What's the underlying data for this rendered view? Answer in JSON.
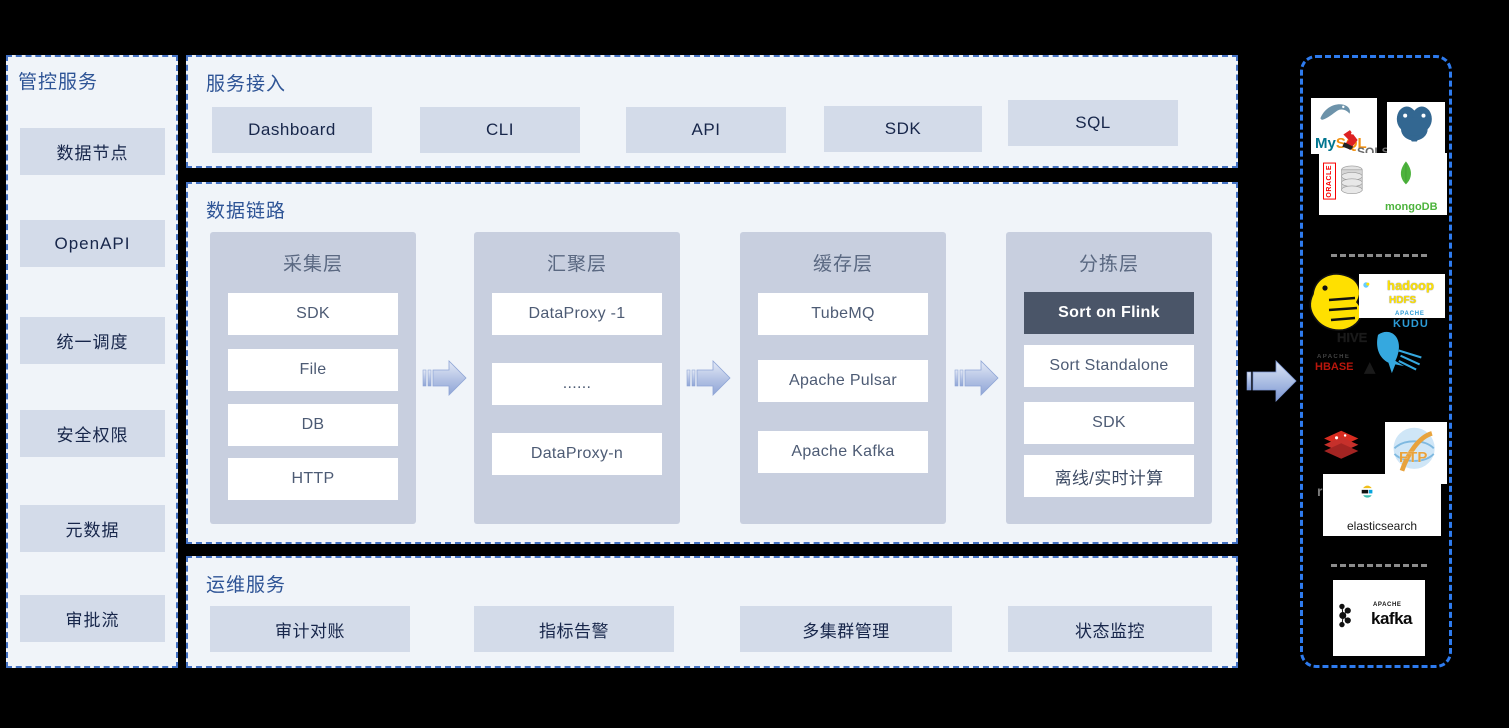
{
  "sidebar": {
    "title": "管控服务",
    "items": [
      {
        "label": "数据节点"
      },
      {
        "label": "OpenAPI"
      },
      {
        "label": "统一调度"
      },
      {
        "label": "安全权限"
      },
      {
        "label": "元数据"
      },
      {
        "label": "审批流"
      }
    ]
  },
  "access": {
    "title": "服务接入",
    "items": [
      {
        "label": "Dashboard"
      },
      {
        "label": "CLI"
      },
      {
        "label": "API"
      },
      {
        "label": "SDK"
      },
      {
        "label": "SQL"
      }
    ]
  },
  "datalink": {
    "title": "数据链路",
    "layers": [
      {
        "title": "采集层",
        "boxes": [
          {
            "label": "SDK",
            "accent": false,
            "cn": false
          },
          {
            "label": "File",
            "accent": false,
            "cn": false
          },
          {
            "label": "DB",
            "accent": false,
            "cn": false
          },
          {
            "label": "HTTP",
            "accent": false,
            "cn": false
          }
        ]
      },
      {
        "title": "汇聚层",
        "boxes": [
          {
            "label": "DataProxy -1",
            "accent": false,
            "cn": false
          },
          {
            "label": "......",
            "accent": false,
            "cn": false
          },
          {
            "label": "DataProxy-n",
            "accent": false,
            "cn": false
          }
        ]
      },
      {
        "title": "缓存层",
        "boxes": [
          {
            "label": "TubeMQ",
            "accent": false,
            "cn": false
          },
          {
            "label": "Apache Pulsar",
            "accent": false,
            "cn": false
          },
          {
            "label": "Apache Kafka",
            "accent": false,
            "cn": false
          }
        ]
      },
      {
        "title": "分拣层",
        "boxes": [
          {
            "label": "Sort on Flink",
            "accent": true,
            "cn": false
          },
          {
            "label": "Sort Standalone",
            "accent": false,
            "cn": false
          },
          {
            "label": "SDK",
            "accent": false,
            "cn": false
          },
          {
            "label": "离线/实时计算",
            "accent": false,
            "cn": true
          }
        ]
      }
    ]
  },
  "ops": {
    "title": "运维服务",
    "items": [
      {
        "label": "审计对账"
      },
      {
        "label": "指标告警"
      },
      {
        "label": "多集群管理"
      },
      {
        "label": "状态监控"
      }
    ]
  },
  "storage": {
    "groups": [
      {
        "name": "relational-and-document-databases",
        "logos": [
          {
            "name": "mysql-logo",
            "label": "MySQL"
          },
          {
            "name": "postgresql-logo",
            "label": "PostgreSQL"
          },
          {
            "name": "sqlserver-logo",
            "label": "SQL Server"
          },
          {
            "name": "oracle-logo",
            "label": "ORACLE"
          },
          {
            "name": "mongodb-logo",
            "label": "mongoDB"
          }
        ]
      },
      {
        "name": "big-data-stores",
        "logos": [
          {
            "name": "hive-logo",
            "label": "HIVE"
          },
          {
            "name": "hadoop-hdfs-logo",
            "label": "hadoop HDFS"
          },
          {
            "name": "apache-kudu-logo",
            "label": "KUDU"
          },
          {
            "name": "apache-hbase-logo",
            "label": "HBASE"
          }
        ]
      },
      {
        "name": "cache-search-and-transfer",
        "logos": [
          {
            "name": "redis-logo",
            "label": "redis"
          },
          {
            "name": "ftp-logo",
            "label": "FTP"
          },
          {
            "name": "elasticsearch-logo",
            "label": "elasticsearch"
          }
        ]
      },
      {
        "name": "message-queue",
        "logos": [
          {
            "name": "apache-kafka-logo",
            "label": "kafka"
          }
        ]
      }
    ]
  },
  "colors": {
    "panel_bg": "#F0F4F9",
    "panel_border": "#4472C4",
    "chip_bg": "#D3DBE9",
    "layer_bg": "#C8CFDF",
    "accent_box": "#4A5568",
    "title_text": "#2E5496",
    "storage_border": "#2E7BEE"
  }
}
